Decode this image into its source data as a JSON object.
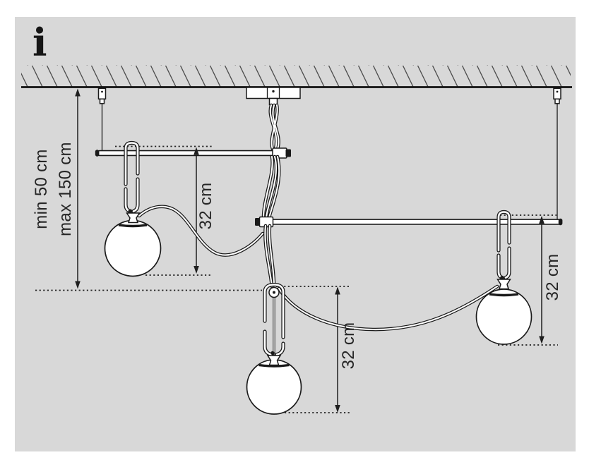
{
  "info_symbol": "i",
  "labels": {
    "suspension_min": "min 50 cm",
    "suspension_max": "max 150 cm",
    "drop_left": "32 cm",
    "drop_middle": "32 cm",
    "drop_right": "32 cm"
  },
  "colors": {
    "panel_bg": "#d8d8d8",
    "line": "#1a1a1a",
    "dimension": "#1f1f1f"
  }
}
